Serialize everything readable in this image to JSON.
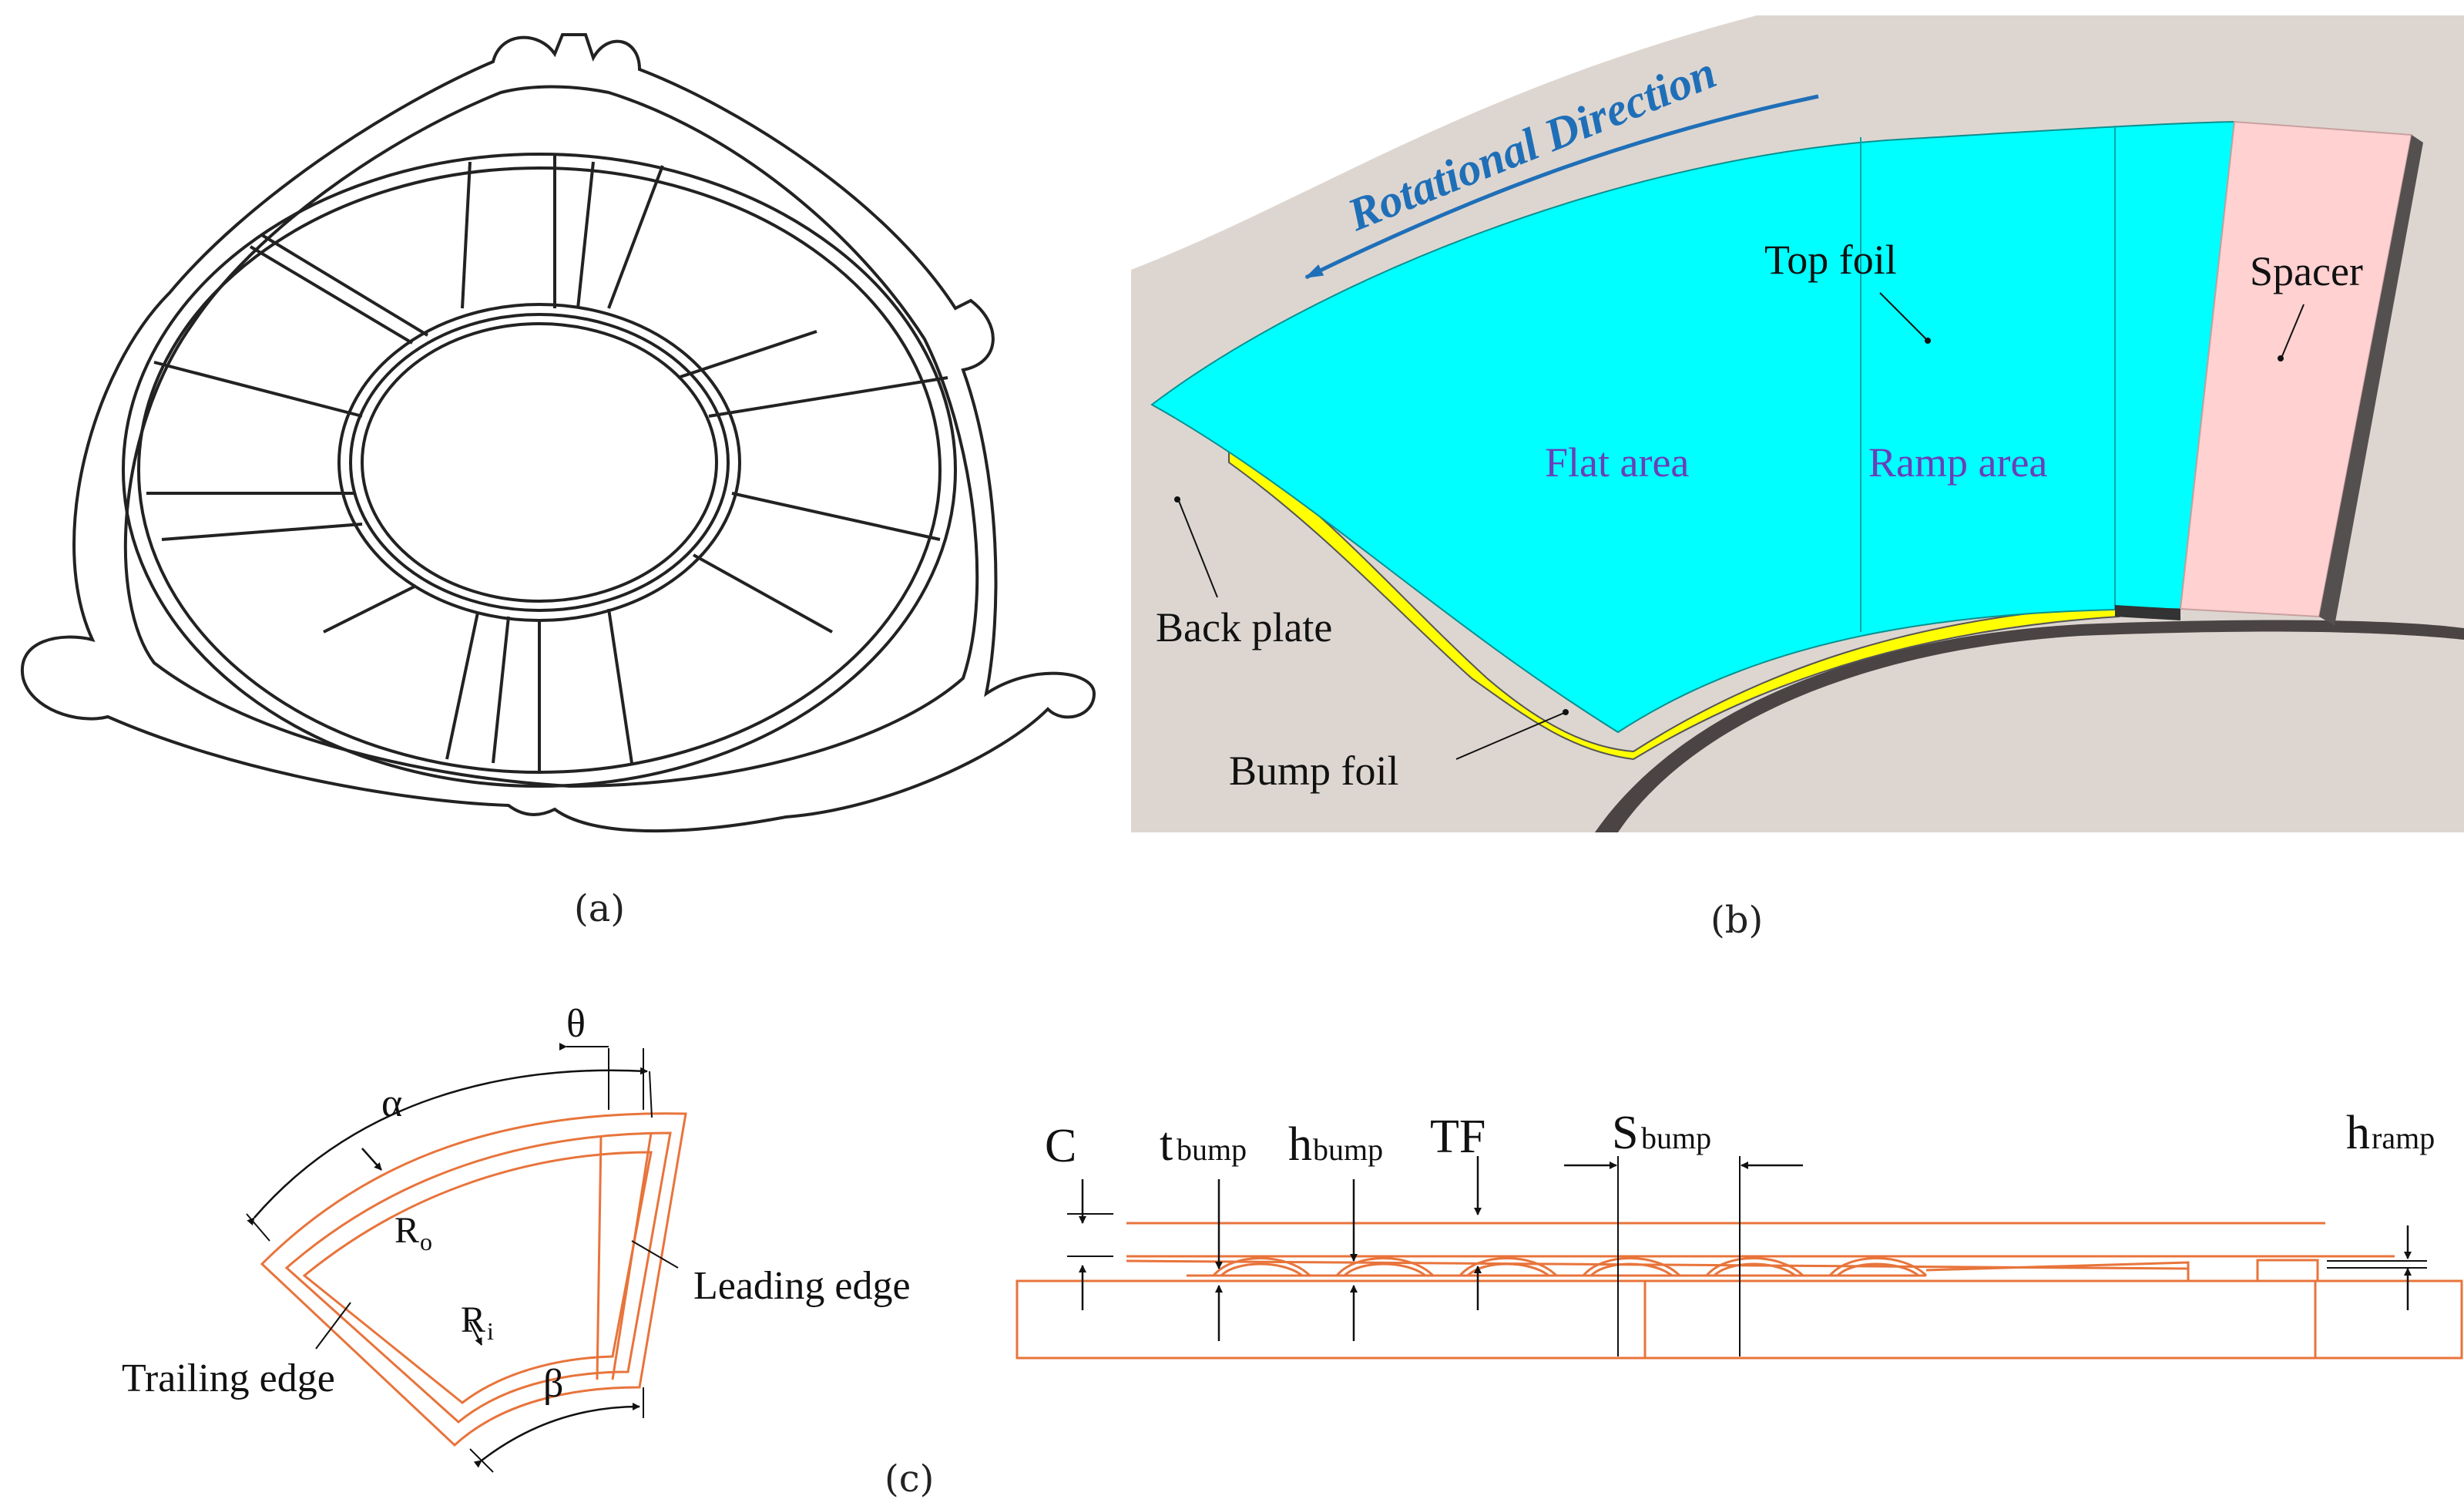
{
  "captions": {
    "a": "(a)",
    "b": "(b)",
    "c": "(c)"
  },
  "panel_b": {
    "rotational_direction": "Rotational Direction",
    "top_foil": "Top foil",
    "spacer": "Spacer",
    "flat_area": "Flat area",
    "ramp_area": "Ramp area",
    "back_plate": "Back plate",
    "bump_foil": "Bump foil"
  },
  "panel_c_left": {
    "theta": "θ",
    "alpha": "α",
    "beta": "β",
    "r_o_main": "R",
    "r_o_sub": "o",
    "r_i_main": "R",
    "r_i_sub": "i",
    "leading_edge": "Leading edge",
    "trailing_edge": "Trailing edge"
  },
  "panel_c_right": {
    "c": "C",
    "t_main": "t",
    "t_sub": "bump",
    "h_main": "h",
    "h_sub": "bump",
    "tf": "TF",
    "s_main": "S",
    "s_sub": "bump",
    "hr_main": "h",
    "hr_sub": "ramp"
  },
  "colors": {
    "top_foil": "#00ffff",
    "spacer": "#ffd1d1",
    "bump_foil": "#ffff00",
    "background_plate": "#ddd6d0",
    "drawing_line": "#e8743b"
  }
}
